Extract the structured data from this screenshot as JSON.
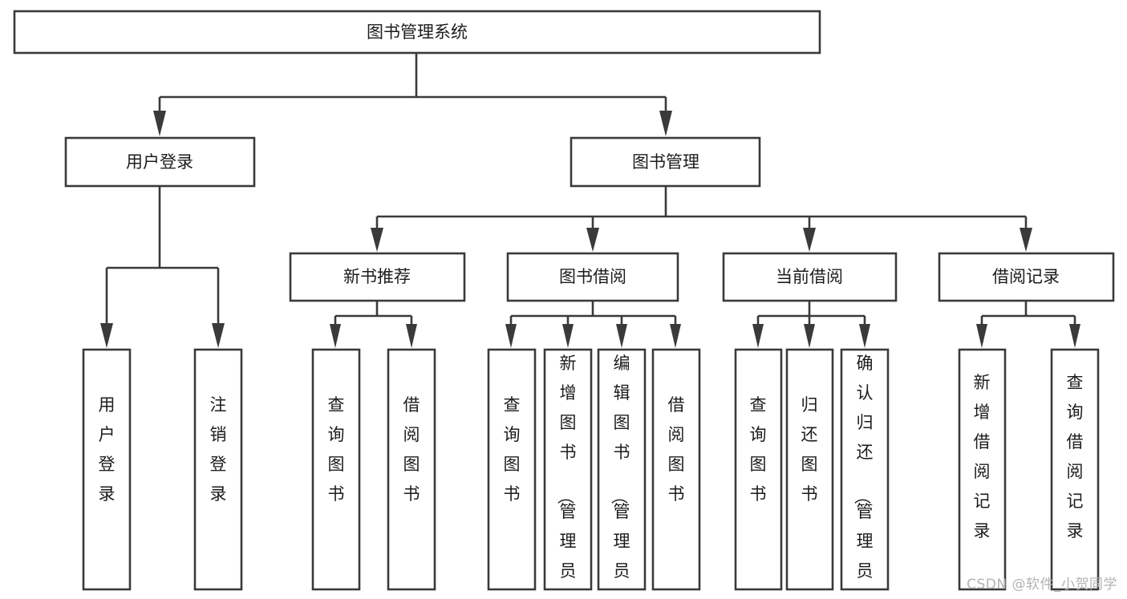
{
  "diagram": {
    "type": "tree",
    "title": "图书管理系统",
    "watermark": "CSDN @软件_小贺同学",
    "colors": {
      "stroke": "#3a3a3a",
      "fill": "#ffffff",
      "text": "#1c1c1c",
      "watermark": "#b3b3b3",
      "background": "#ffffff"
    },
    "nodes": {
      "root": {
        "label": "图书管理系统",
        "level": 1,
        "orientation": "horizontal"
      },
      "l2": [
        {
          "id": "user-login",
          "label": "用户登录",
          "level": 2,
          "orientation": "horizontal"
        },
        {
          "id": "book-manage",
          "label": "图书管理",
          "level": 2,
          "orientation": "horizontal"
        }
      ],
      "l3": [
        {
          "id": "new-book-recommend",
          "label": "新书推荐",
          "level": 3,
          "orientation": "horizontal",
          "parent": "book-manage"
        },
        {
          "id": "book-borrow",
          "label": "图书借阅",
          "level": 3,
          "orientation": "horizontal",
          "parent": "book-manage"
        },
        {
          "id": "current-borrow",
          "label": "当前借阅",
          "level": 3,
          "orientation": "horizontal",
          "parent": "book-manage"
        },
        {
          "id": "borrow-record",
          "label": "借阅记录",
          "level": 3,
          "orientation": "horizontal",
          "parent": "book-manage"
        }
      ],
      "leaves": [
        {
          "id": "leaf-user-login",
          "label": "用户登录",
          "orientation": "vertical",
          "parent": "user-login"
        },
        {
          "id": "leaf-logout",
          "label": "注销登录",
          "orientation": "vertical",
          "parent": "user-login"
        },
        {
          "id": "leaf-query-book-1",
          "label": "查询图书",
          "orientation": "vertical",
          "parent": "new-book-recommend"
        },
        {
          "id": "leaf-borrow-book-1",
          "label": "借阅图书",
          "orientation": "vertical",
          "parent": "new-book-recommend"
        },
        {
          "id": "leaf-query-book-2",
          "label": "查询图书",
          "orientation": "vertical",
          "parent": "book-borrow"
        },
        {
          "id": "leaf-add-book",
          "label": "新增图书（管理员）",
          "orientation": "vertical",
          "parent": "book-borrow"
        },
        {
          "id": "leaf-edit-book",
          "label": "编辑图书（管理员）",
          "orientation": "vertical",
          "parent": "book-borrow"
        },
        {
          "id": "leaf-borrow-book-2",
          "label": "借阅图书",
          "orientation": "vertical",
          "parent": "book-borrow"
        },
        {
          "id": "leaf-query-book-3",
          "label": "查询图书",
          "orientation": "vertical",
          "parent": "current-borrow"
        },
        {
          "id": "leaf-return-book",
          "label": "归还图书",
          "orientation": "vertical",
          "parent": "current-borrow"
        },
        {
          "id": "leaf-confirm-return",
          "label": "确认归还（管理员）",
          "orientation": "vertical",
          "parent": "current-borrow"
        },
        {
          "id": "leaf-add-record",
          "label": "新增借阅记录",
          "orientation": "vertical",
          "parent": "borrow-record"
        },
        {
          "id": "leaf-query-record",
          "label": "查询借阅记录",
          "orientation": "vertical",
          "parent": "borrow-record"
        }
      ]
    }
  }
}
